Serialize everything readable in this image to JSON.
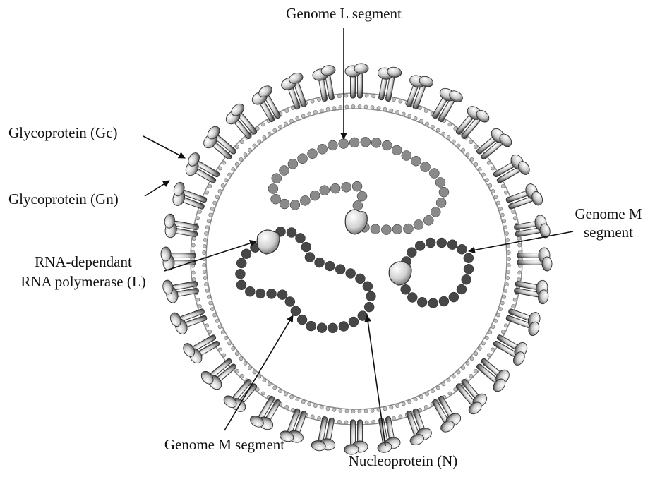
{
  "labels": {
    "genome_l_top": "Genome L segment",
    "gc": "Glycoprotein (Gc)",
    "gn": "Glycoprotein (Gn)",
    "rdrp_line1": "RNA-dependant",
    "rdrp_line2": "RNA polymerase (L)",
    "genome_m_right_line1": "Genome M",
    "genome_m_right_line2": "segment",
    "genome_m_bottom": "Genome M segment",
    "nucleoprotein": "Nucleoprotein (N)"
  },
  "colors": {
    "l_segment_beads": "#8a8a8a",
    "m_segment_beads": "#474747",
    "polymerase": "#d4d4d4",
    "membrane": "#bdbdbd",
    "glycoprotein": "#cfcfcf"
  }
}
